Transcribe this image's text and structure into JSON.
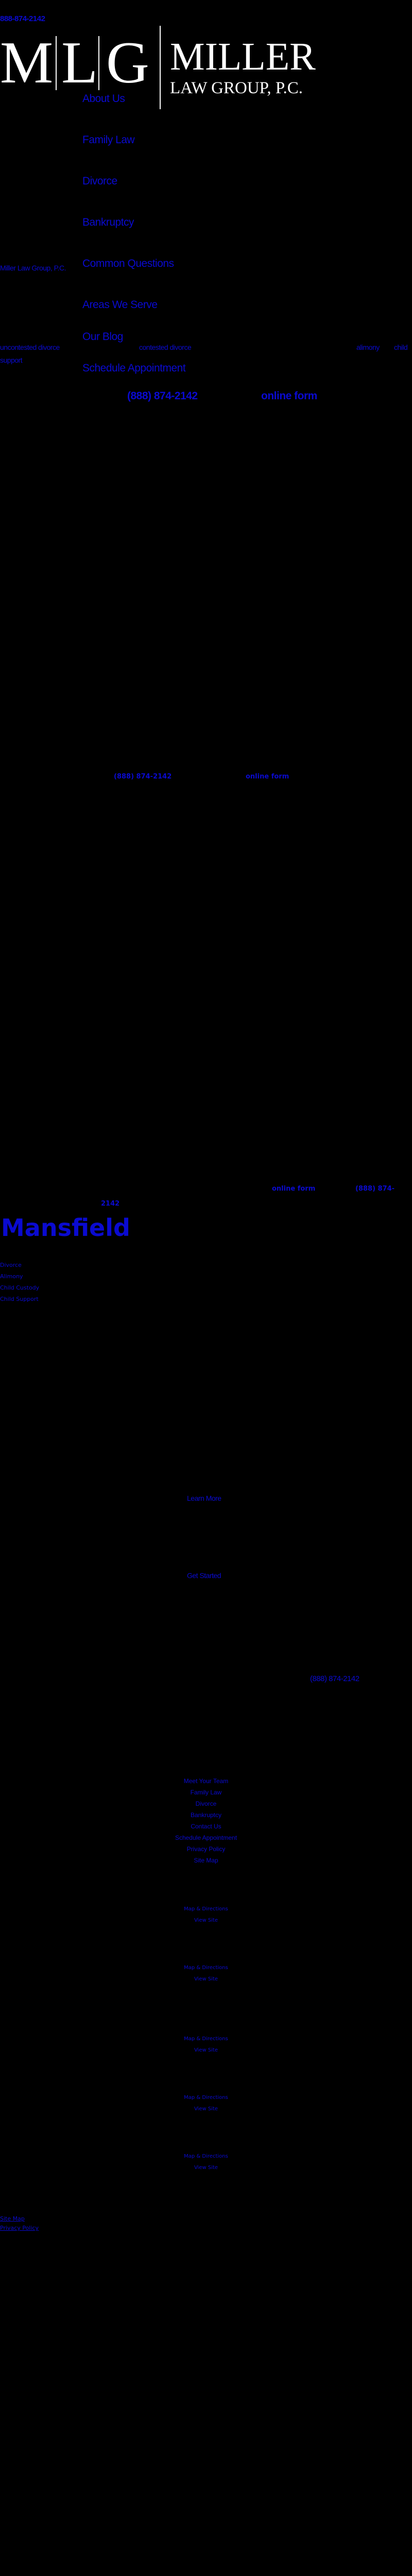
{
  "header": {
    "phone": "888-874-2142",
    "logo": {
      "monogram": "M|L|G",
      "name": "MILLER",
      "subtitle": "LAW GROUP, P.C."
    },
    "nav": [
      "About Us",
      "Family Law",
      "Divorce",
      "Bankruptcy",
      "Common Questions",
      "Areas We Serve",
      "Our Blog",
      "Schedule Appointment"
    ]
  },
  "intro": {
    "firm_link": "Miller Law Group, P.C.",
    "links": [
      "uncontested divorce",
      "contested divorce",
      "alimony",
      "child",
      "support"
    ]
  },
  "cta1": {
    "phone": "(888) 874-2142",
    "form": "online form"
  },
  "cta2": {
    "phone": "(888) 874-2142",
    "form": "online form"
  },
  "cta3": {
    "form": "online form",
    "phone_part1": "(888) 874-",
    "phone_part2": "2142"
  },
  "location": {
    "heading": "Mansfield",
    "services": [
      "Divorce",
      "Alimony",
      "Child Custody",
      "Child Support"
    ]
  },
  "buttons": {
    "learn_more": "Learn More",
    "get_started": "Get Started",
    "phone": "(888) 874-2142"
  },
  "footer": {
    "links": [
      "Meet Your Team",
      "Family Law",
      "Divorce",
      "Bankruptcy",
      "Contact Us",
      "Schedule Appointment",
      "Privacy Policy",
      "Site Map"
    ],
    "offices": [
      {
        "map": "Map & Directions",
        "site": "View Site"
      },
      {
        "map": "Map & Directions",
        "site": "View Site"
      },
      {
        "map": "Map & Directions",
        "site": "View Site"
      },
      {
        "map": "Map & Directions",
        "site": "View Site"
      },
      {
        "map": "Map & Directions",
        "site": "View Site"
      }
    ],
    "bottom_links": [
      "Site Map",
      "Privacy Policy"
    ]
  },
  "colors": {
    "background": "#000000",
    "link": "#0a0ad0",
    "logo": "#ffffff"
  }
}
